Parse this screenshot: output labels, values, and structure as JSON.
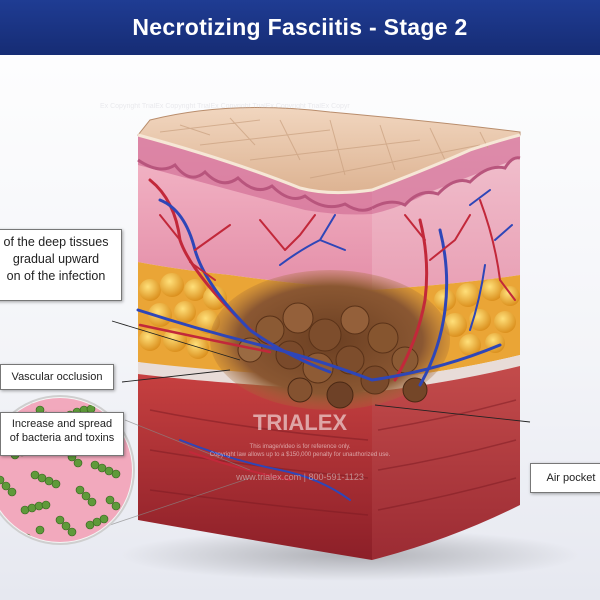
{
  "title": "Necrotizing Fasciitis - Stage 2",
  "labels": {
    "deep_tissue_1": "of the deep tissues",
    "deep_tissue_2": "gradual upward",
    "deep_tissue_3": "on of the infection",
    "vascular": "Vascular occlusion",
    "bacteria_1": "Increase and spread",
    "bacteria_2": "of bacteria and toxins",
    "air": "Air pocket"
  },
  "watermark": {
    "brand": "TRIALEX",
    "notice_1": "This image/video is for reference only.",
    "notice_2": "Copyright law allows up to a $150,000 penalty for unauthorized use.",
    "site": "www.trialex.com  |  800-591-1123",
    "copyright_text": "Ex Copyright TrialEx Copyright TrialEx Copyright TrialEx Copyright TrialEx Copyr"
  },
  "colors": {
    "title_bg": "#1f3c93",
    "skin": "#e9c4a5",
    "dermis": "#e79bb3",
    "fat": "#f0b03a",
    "muscle": "#b8333a",
    "necrotic": "#7a4a2e",
    "bacteria": "#5f9a3a",
    "zoom_bg": "#f2a9bd"
  }
}
